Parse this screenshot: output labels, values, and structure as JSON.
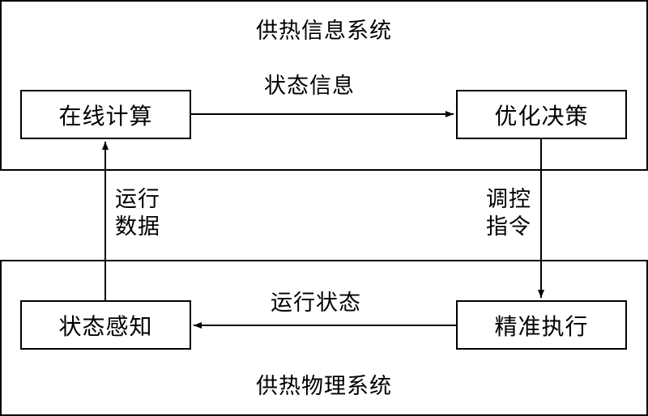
{
  "systems": {
    "info_system_title": "供热信息系统",
    "physical_system_title": "供热物理系统"
  },
  "nodes": {
    "online_compute": "在线计算",
    "optimize_decision": "优化决策",
    "state_perception": "状态感知",
    "precise_execution": "精准执行"
  },
  "edges": {
    "state_info": "状态信息",
    "run_state": "运行状态",
    "run_data": [
      "运行",
      "数据"
    ],
    "control_cmd": [
      "调控",
      "指令"
    ]
  }
}
